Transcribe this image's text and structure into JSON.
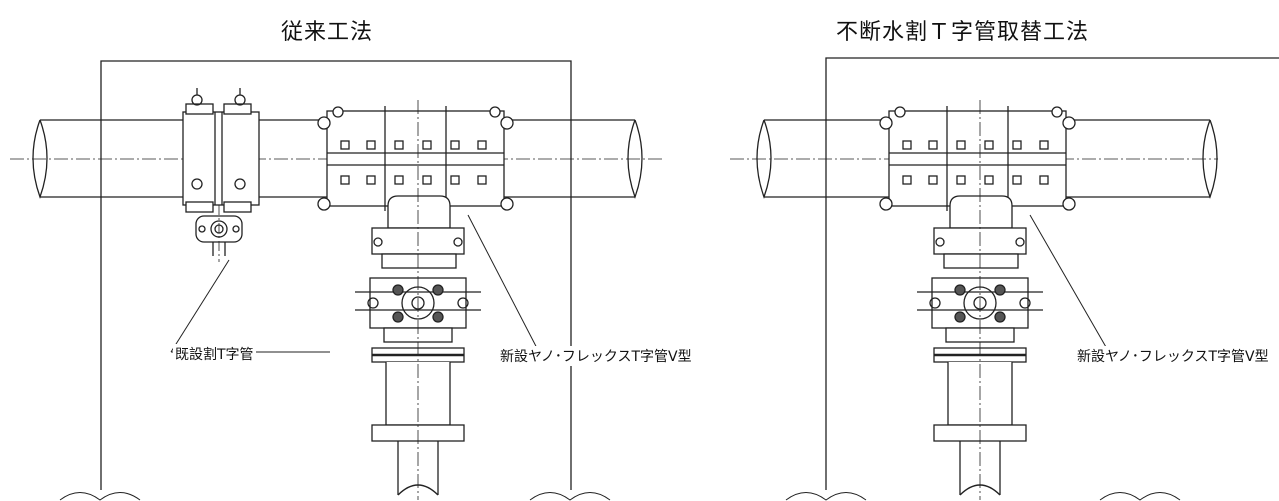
{
  "titles": {
    "left": "従来工法",
    "right": "不断水割Ｔ字管取替工法"
  },
  "labels": {
    "existing_tee": "既設割T字管",
    "new_tee_left": "新設ヤノ･フレックスT字管V型",
    "new_tee_right": "新設ヤノ･フレックスT字管V型"
  },
  "colors": {
    "line": "#222222",
    "background": "#ffffff"
  }
}
